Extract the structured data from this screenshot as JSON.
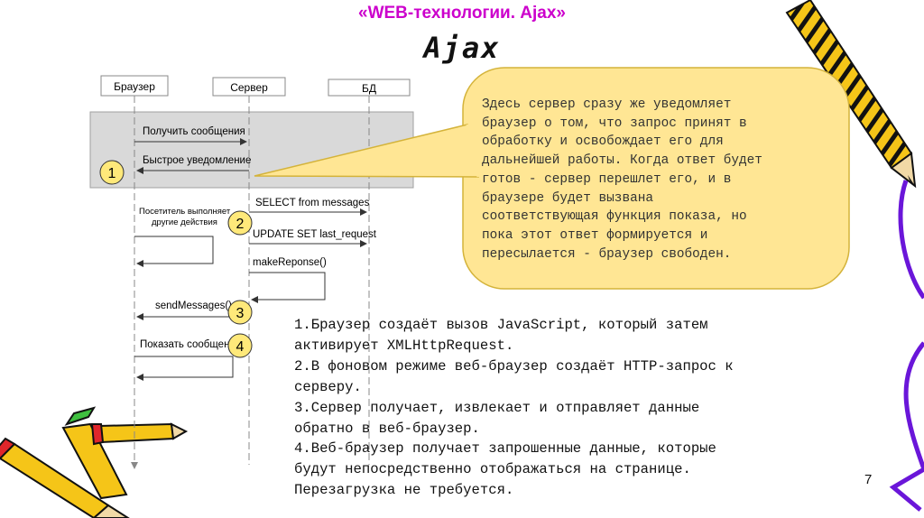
{
  "header": {
    "course": "«WEB-технологии. Ajax»",
    "title": "Ajax"
  },
  "diagram": {
    "lifelines": [
      "Браузер",
      "Сервер",
      "БД"
    ],
    "messages": [
      "Получить сообщения",
      "Быстрое уведомление",
      "Посетитель выполняет\nдругие действия",
      "SELECT from messages",
      "UPDATE SET last_request",
      "makeReponse()",
      "sendMessages()",
      "Показать сообщения"
    ],
    "markers": [
      "1",
      "2",
      "3",
      "4"
    ]
  },
  "callout": {
    "text": "Здесь сервер сразу же уведомляет\nбраузер о том, что запрос принят в\nобработку и освобождает его для\nдальнейшей работы. Когда ответ будет\nготов - сервер перешлет его, и в\nбраузере будет вызвана\nсоответствующая функция показа, но\nпока этот ответ формируется и\nпересылается - браузер свободен."
  },
  "steps": [
    "1.Браузер создаёт вызов JavaScript, который затем\nактивирует XMLHttpRequest.",
    "2.В фоновом режиме веб-браузер создаёт HTTP-запрос к\nсерверу.",
    "3.Сервер получает, извлекает и отправляет данные\nобратно в веб-браузер.",
    "4.Веб-браузер получает запрошенные данные, которые\nбудут непосредственно отображаться на странице.\nПерезагрузка не требуется."
  ],
  "footer": {
    "page_number": "7"
  },
  "colors": {
    "course_title": "#cc00cc",
    "marker_fill": "#ffe97a",
    "callout_fill": "#ffe694",
    "pencil_body": "#f5c518",
    "pencil_purple": "#6a16d9"
  },
  "decor": [
    "pencil-icon-top-right",
    "pencil-icon-bottom-left",
    "pencil-icon-bottom-right"
  ]
}
